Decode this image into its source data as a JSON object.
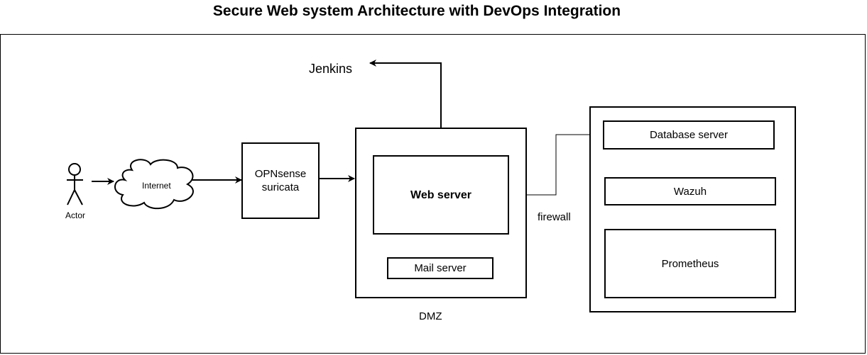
{
  "title": "Secure Web system Architecture with DevOps Integration",
  "nodes": {
    "actor": "Actor",
    "internet": "Internet",
    "opnsense_line1": "OPNsense",
    "opnsense_line2": "suricata",
    "web_server": "Web server",
    "mail_server": "Mail server",
    "jenkins": "Jenkins",
    "firewall": "firewall",
    "dmz": "DMZ",
    "database_server": "Database server",
    "wazuh": "Wazuh",
    "prometheus": "Prometheus"
  }
}
